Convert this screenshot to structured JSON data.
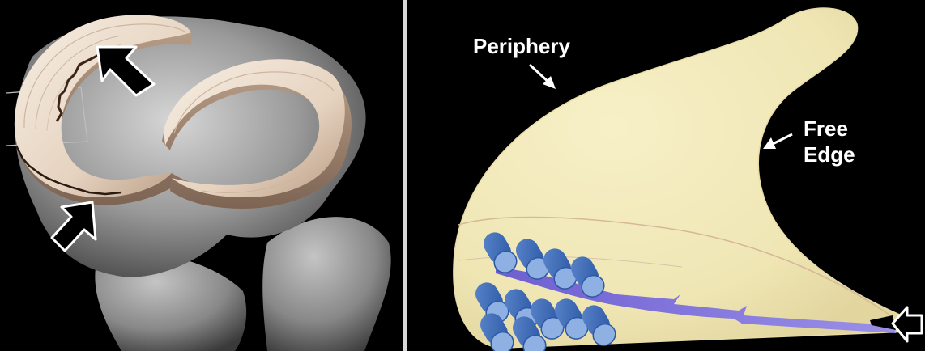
{
  "labels": {
    "periphery": "Periphery",
    "free_edge_line1": "Free",
    "free_edge_line2": "Edge"
  }
}
